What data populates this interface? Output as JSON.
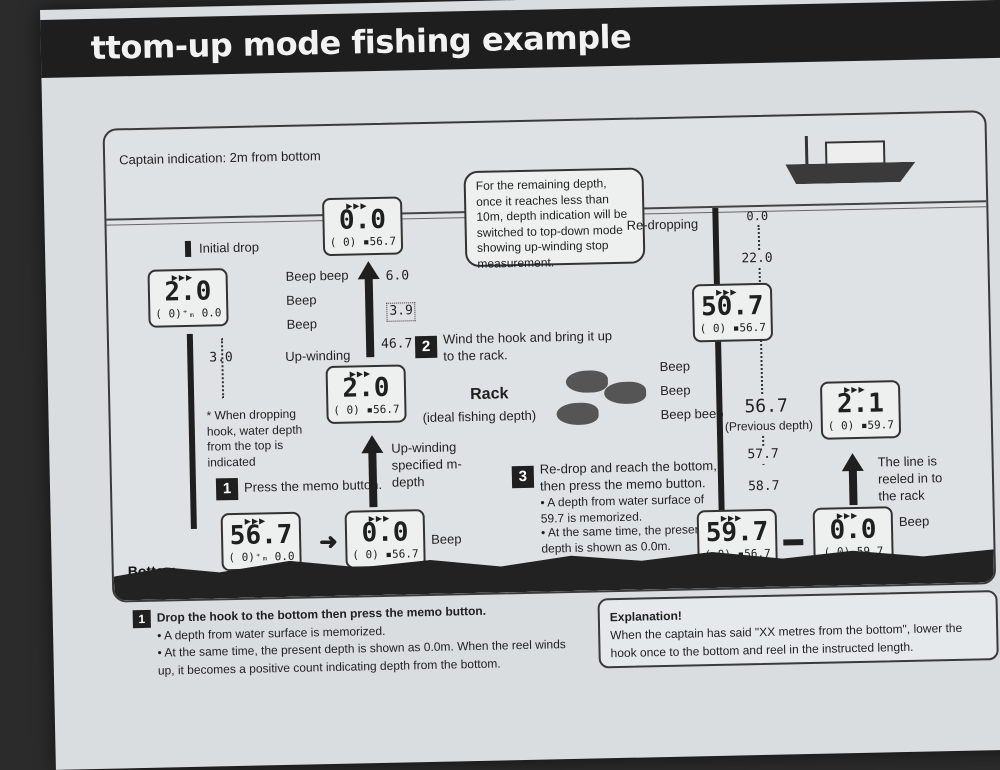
{
  "page_title": "ttom-up mode fishing example",
  "captain": "Captain indication: 2m from bottom",
  "labels": {
    "initial_drop": "Initial drop",
    "dropping_note": "* When dropping hook, water depth from the top is indicated",
    "step1": "Press the memo button.",
    "bottom": "Bottom",
    "beep1": "Beep beep",
    "beep2": "Beep",
    "beep3": "Beep",
    "up_winding": "Up-winding",
    "up_winding_spec": "Up-winding specified m-depth",
    "rack": "Rack",
    "rack_sub": "(ideal fishing depth)",
    "step2": "Wind the hook and bring it up to the rack.",
    "step3_title": "Re-drop and reach the bottom, then press the memo button.",
    "step3_b1": "• A depth from water surface of 59.7 is memorized.",
    "step3_b2": "• At the same time, the present depth is shown as 0.0m.",
    "fish_beep1": "Beep",
    "fish_beep2": "Beep",
    "fish_beep3": "Beep beep",
    "redrop": "Re-dropping",
    "prev_depth": "(Previous depth)",
    "reeled": "The line is reeled in to the rack",
    "beep_bottom1": "Beep",
    "beep_bottom2": "Beep"
  },
  "bubble": "For the remaining depth, once it reaches less than 10m, depth indication will be switched to top-down mode showing up-winding stop measurement.",
  "depths": {
    "d30": "3.0",
    "d60": "6.0",
    "d39": "3.9",
    "d467": "46.7",
    "r00": "0.0",
    "r220": "22.0",
    "r567": "56.7",
    "r577": "57.7",
    "r587": "58.7"
  },
  "lcds": [
    {
      "big": "2.0",
      "small": "( 0)⁺ₘ 0.0"
    },
    {
      "big": "56.7",
      "small": "( 0)⁺ₘ 0.0"
    },
    {
      "big": "0.0",
      "small": "( 0) ▪56.7"
    },
    {
      "big": "2.0",
      "small": "( 0) ▪56.7"
    },
    {
      "big": "0.0",
      "small": "( 0) ▪56.7"
    },
    {
      "big": "50.7",
      "small": "( 0) ▪56.7"
    },
    {
      "big": "2.1",
      "small": "( 0) ▪59.7"
    },
    {
      "big": "59.7",
      "small": "( 0) ▪56.7"
    },
    {
      "big": "0.0",
      "small": "( 0) 59.7"
    }
  ],
  "steps": {
    "one": "1",
    "two": "2",
    "three": "3"
  },
  "bottom_note": {
    "title": "Drop the hook to the bottom then press the memo button.",
    "b1": "• A depth from water surface is memorized.",
    "b2": "• At the same time, the present depth is shown as 0.0m. When the reel winds up, it becomes a positive count indicating depth from the bottom."
  },
  "explanation": {
    "title": "Explanation!",
    "body": "When the captain has said \"XX metres from the bottom\", lower the hook once to the bottom and reel in the instructed length."
  }
}
